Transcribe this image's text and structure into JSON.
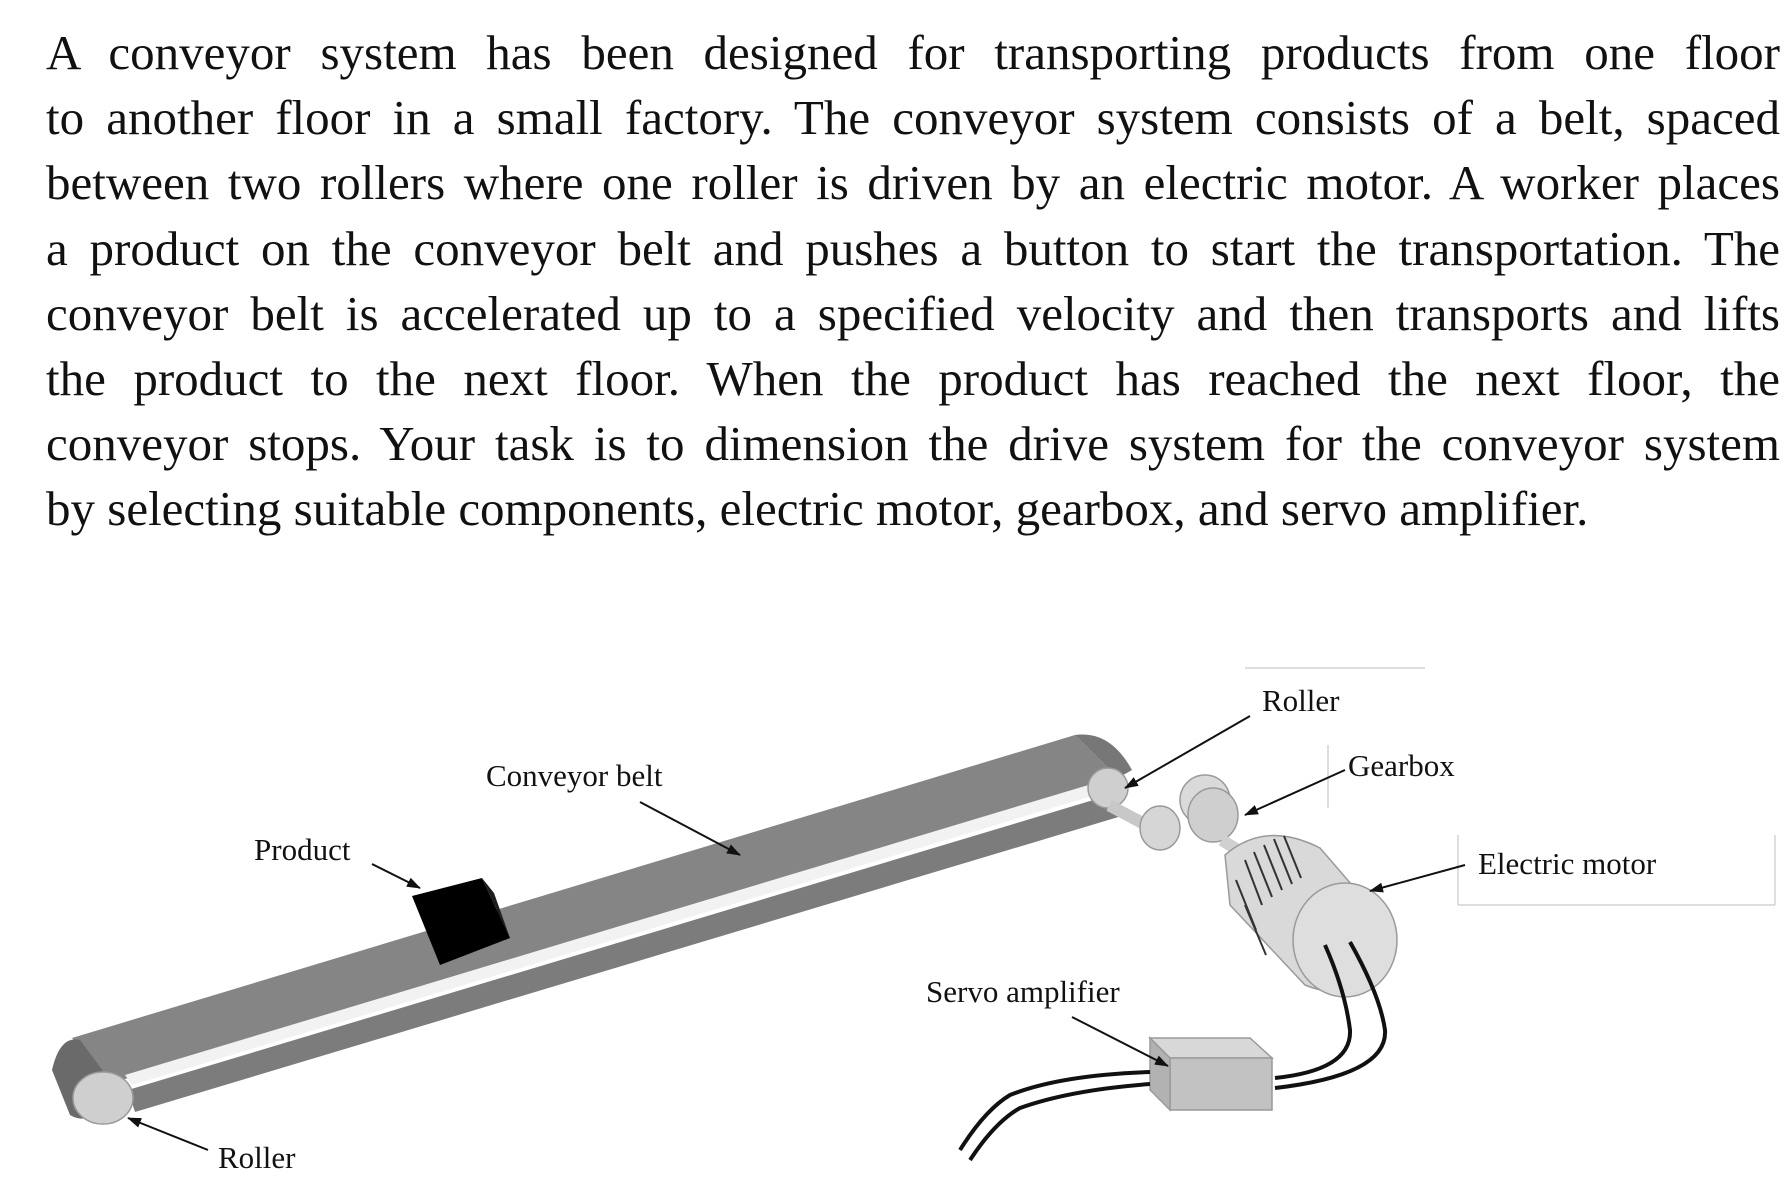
{
  "problem": {
    "lines": [
      "A conveyor system has been designed for transporting products from one floor",
      "to another floor in a small factory. The conveyor system consists of a belt, spaced",
      "between two rollers where one roller is driven by an electric motor. A worker places",
      "a product on the conveyor belt and pushes a button to start the transportation. The",
      "conveyor belt is accelerated up to a specified velocity and then transports and lifts",
      "the product to the next floor. When the product has reached the next floor, the",
      "conveyor stops. Your task is to dimension the drive system for the conveyor system",
      "by selecting suitable components, electric motor, gearbox, and servo amplifier."
    ]
  },
  "diagram": {
    "labels": {
      "roller_top": "Roller",
      "gearbox": "Gearbox",
      "conveyor_belt": "Conveyor belt",
      "product": "Product",
      "electric_motor": "Electric motor",
      "servo_amplifier": "Servo amplifier",
      "roller_bottom": "Roller"
    },
    "colors": {
      "belt": "#858585",
      "belt_edge": "#6a6a6a",
      "roller": "#cfcfcf",
      "product": "#000000",
      "motor": "#d9d9d9",
      "amplifier": "#c6c6c6",
      "text": "#111111"
    }
  }
}
